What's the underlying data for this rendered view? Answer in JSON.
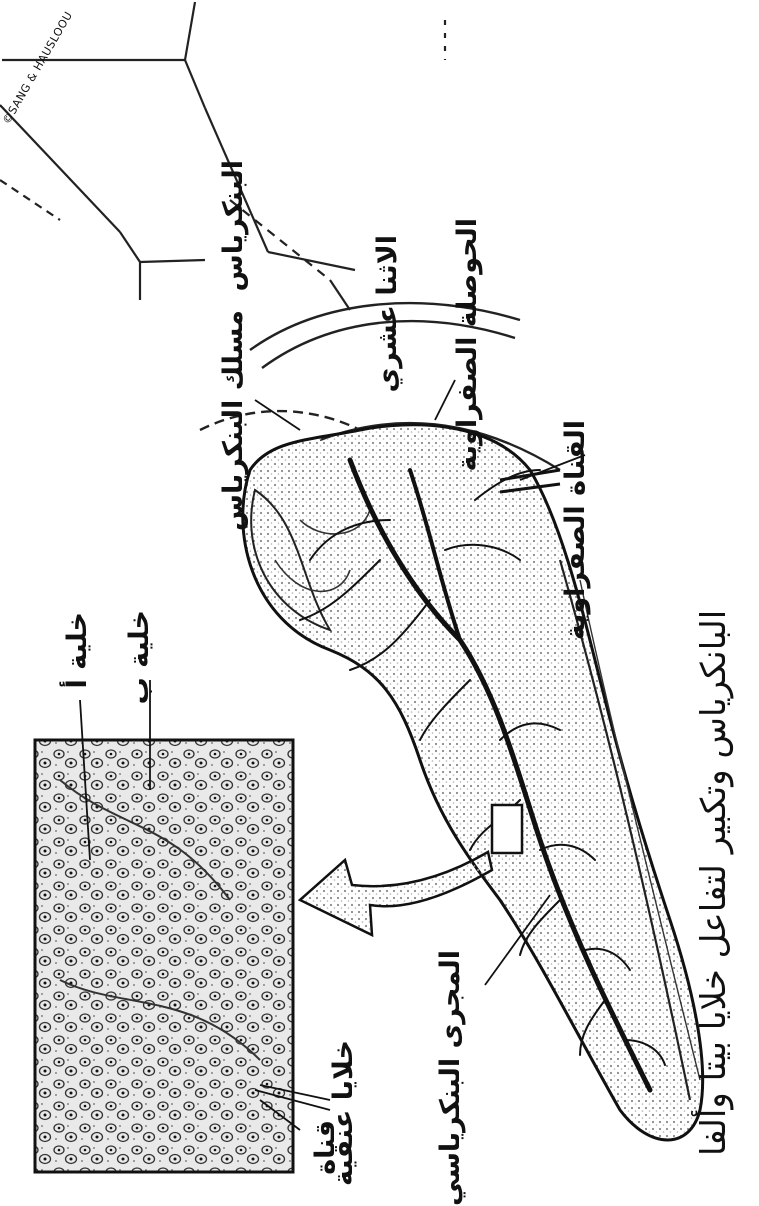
{
  "title": "البانكرياس وتكبير لتفاعل خلايا بيتا وألفا",
  "labels": {
    "duodenum": "الاثنا عشري",
    "common_bile_duct": "القناة الصفراوية",
    "gallbladder": "الحوصلة الصفراوية",
    "pancreatic_duct_accessory": "مسلك البنكرياس",
    "pancreatic_head_duct": "البنكرياس",
    "beta_cell": "خلية ب",
    "alpha_cell": "خلية أ",
    "acinar_cells": "خلايا عنقية",
    "duct": "قناة",
    "pancreatic_duct": "المجرى البنكرياسي"
  },
  "credit": "©SANG & HAUSLOOU",
  "colors": {
    "ink": "#111111",
    "paper": "#ffffff",
    "stipple": "#9a9a9a"
  }
}
